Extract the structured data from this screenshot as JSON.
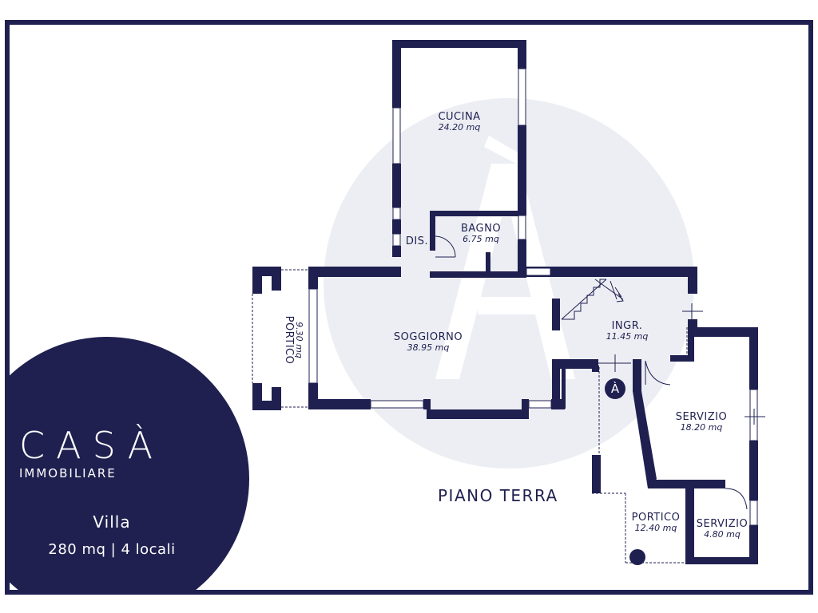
{
  "colors": {
    "navy": "#1f2050",
    "watermark": "#eceef3",
    "background": "#ffffff"
  },
  "floor_title": "PIANO TERRA",
  "rooms": [
    {
      "id": "cucina",
      "name": "CUCINA",
      "area": "24.20 mq"
    },
    {
      "id": "bagno",
      "name": "BAGNO",
      "area": "6.75 mq"
    },
    {
      "id": "dis",
      "name": "DIS.",
      "area": ""
    },
    {
      "id": "soggiorno",
      "name": "SOGGIORNO",
      "area": "38.95 mq"
    },
    {
      "id": "portico-west",
      "name": "PORTICO",
      "area": "9.30 mq"
    },
    {
      "id": "ingresso",
      "name": "INGR.",
      "area": "11.45 mq"
    },
    {
      "id": "servizio-1",
      "name": "SERVIZIO",
      "area": "18.20 mq"
    },
    {
      "id": "portico-south",
      "name": "PORTICO",
      "area": "12.40 mq"
    },
    {
      "id": "servizio-2",
      "name": "SERVIZIO",
      "area": "4.80 mq"
    }
  ],
  "entrance_marker": "À",
  "brand": {
    "name": "CASÀ",
    "subtitle": "IMMOBILIARE"
  },
  "property": {
    "type": "Villa",
    "details": "280 mq | 4 locali"
  },
  "icons": [
    "entrance-marker-icon",
    "staircase-icon",
    "watermark-logo-icon",
    "column-icon"
  ]
}
